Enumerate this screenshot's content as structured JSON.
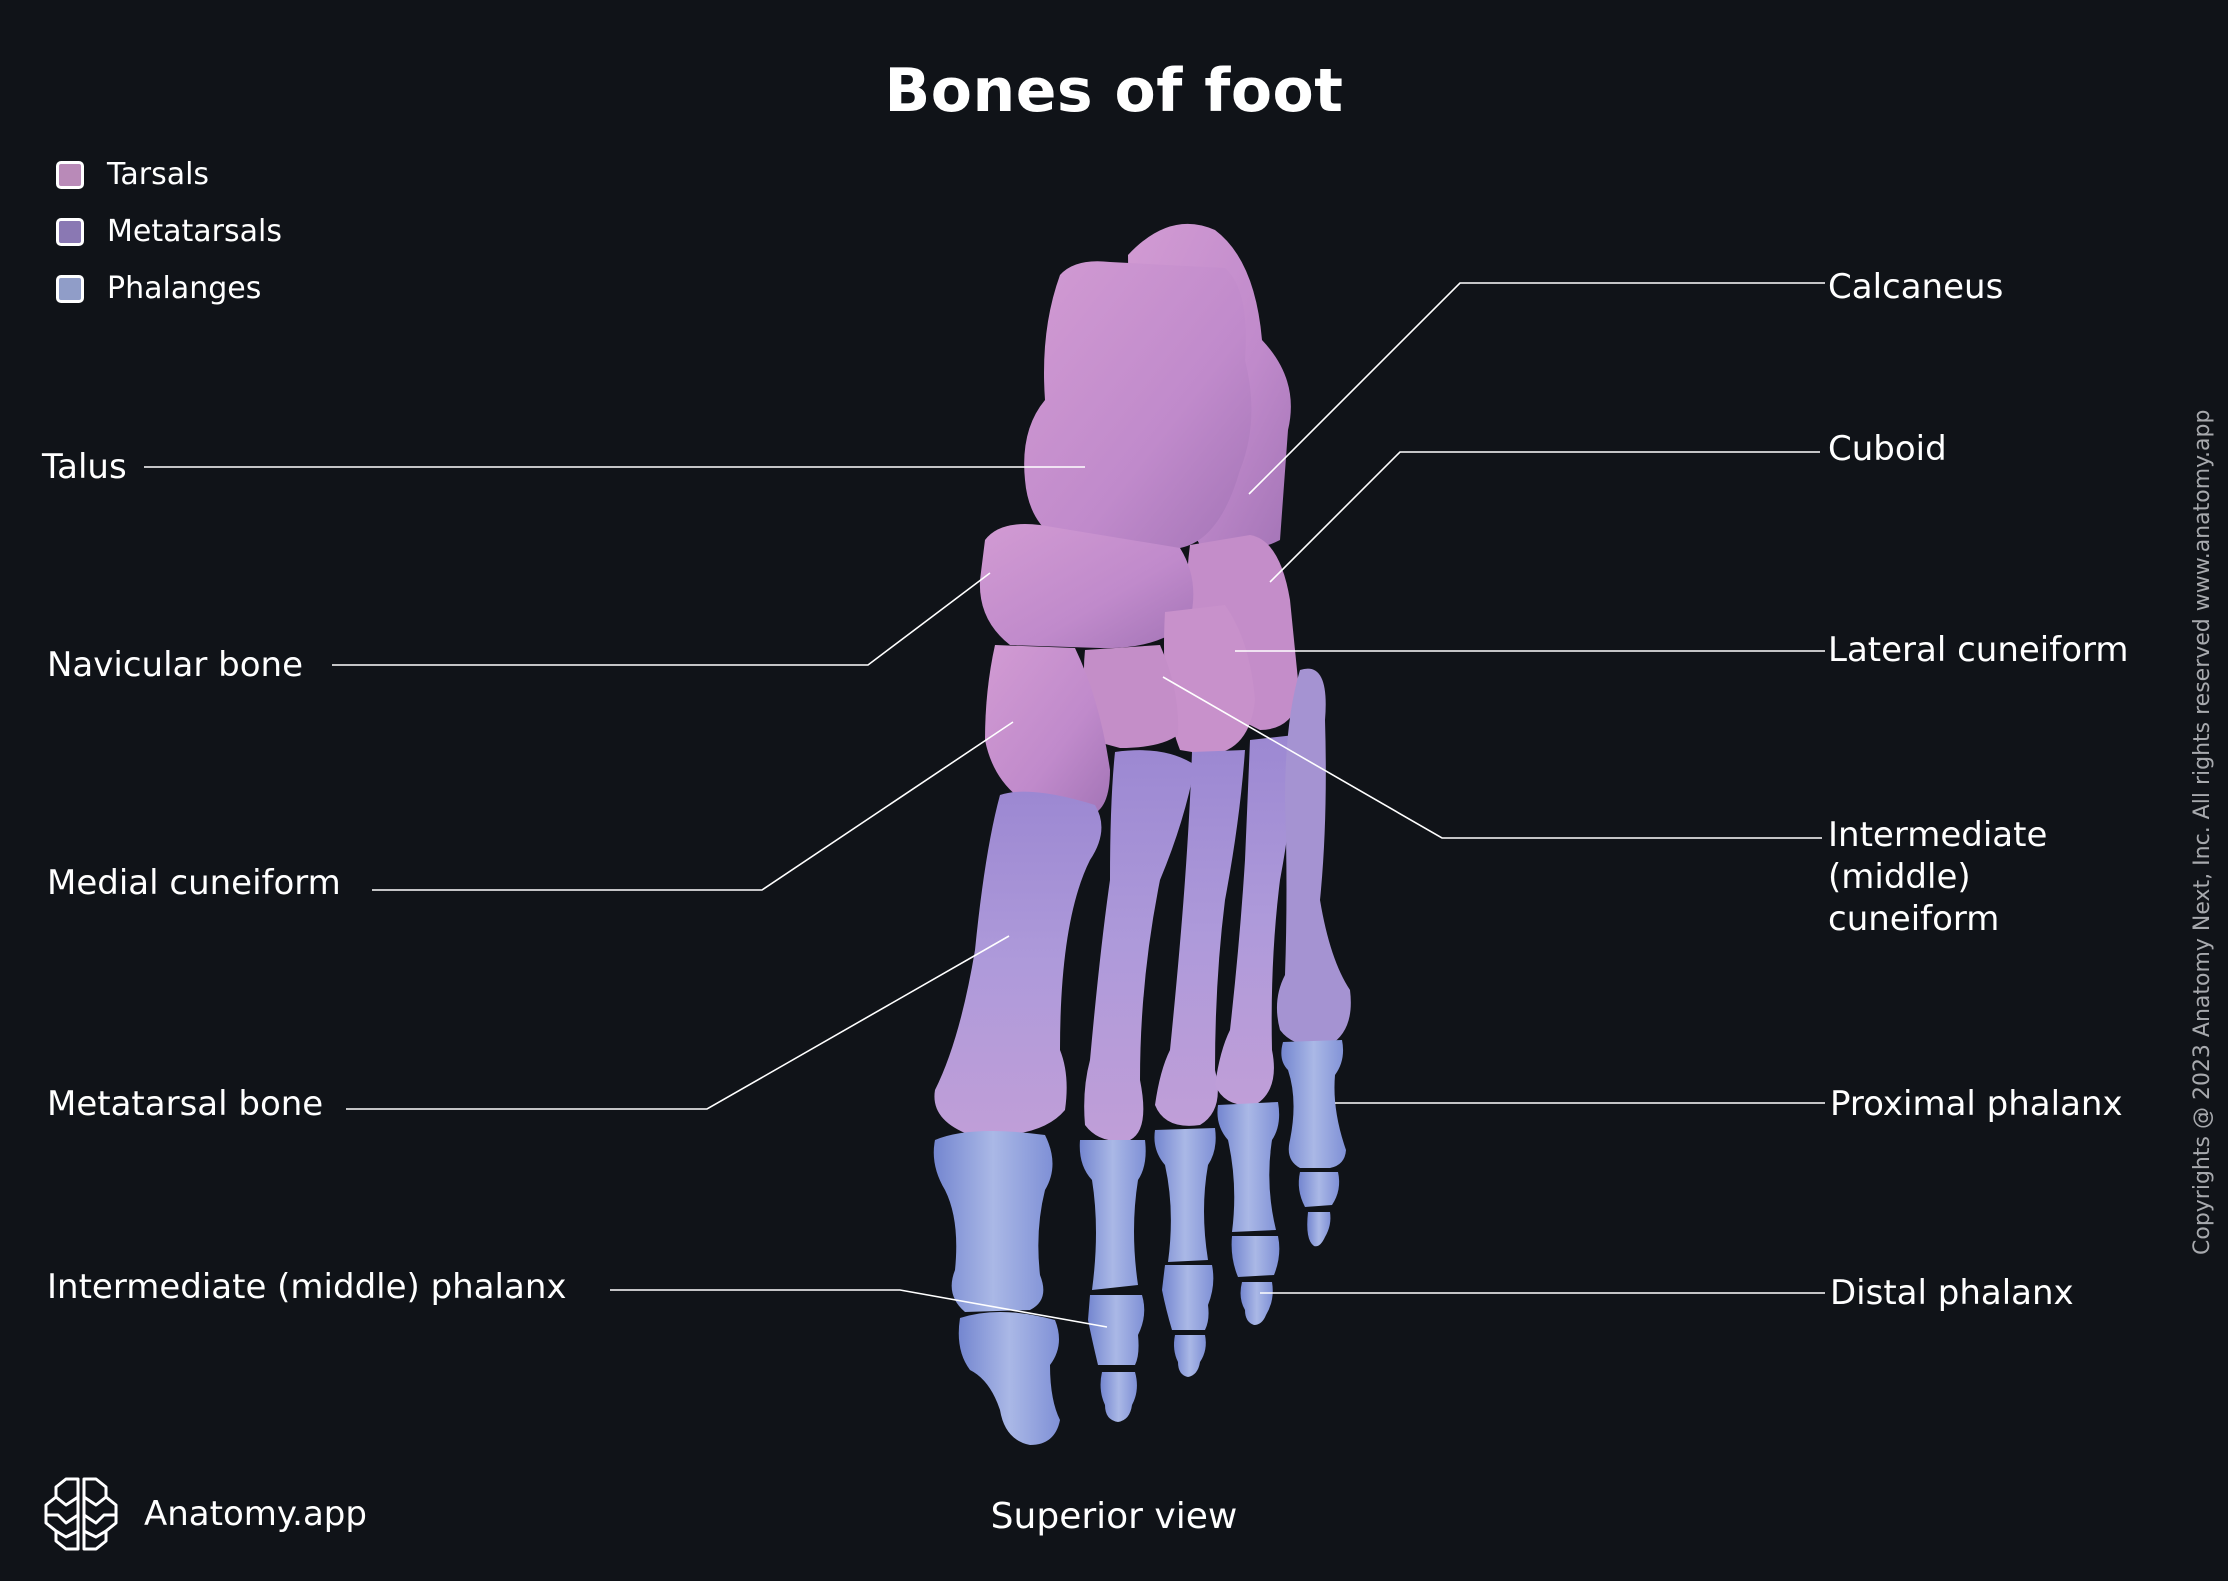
{
  "title": "Bones of foot",
  "legend": [
    {
      "label": "Tarsals",
      "color": "#b98ab8"
    },
    {
      "label": "Metatarsals",
      "color": "#8a78b3"
    },
    {
      "label": "Phalanges",
      "color": "#909dc8"
    }
  ],
  "labels_left": {
    "talus": "Talus",
    "navicular": "Navicular bone",
    "medial_cuneiform": "Medial cuneiform",
    "metatarsal": "Metatarsal bone",
    "intermediate_phalanx": "Intermediate (middle) phalanx"
  },
  "labels_right": {
    "calcaneus": "Calcaneus",
    "cuboid": "Cuboid",
    "lateral_cuneiform": "Lateral cuneiform",
    "intermediate_cuneiform": "Intermediate (middle) cuneiform",
    "proximal_phalanx": "Proximal phalanx",
    "distal_phalanx": "Distal phalanx"
  },
  "subtitle": "Superior view",
  "brand": {
    "name": "Anatomy.app",
    "icon": "brain-icon"
  },
  "copyright": "Copyrights @ 2023 Anatomy Next, Inc. All rights reserved www.anatomy.app",
  "colors": {
    "background": "#101318",
    "tarsal_fill": "#c58fc9",
    "tarsal_shade": "#a978b5",
    "metatarsal_fill": "#a896d6",
    "metatarsal_shade": "#8574c2",
    "phalanx_fill": "#9eaee0",
    "phalanx_shade": "#6e80cc",
    "leader_line": "#ffffff"
  }
}
